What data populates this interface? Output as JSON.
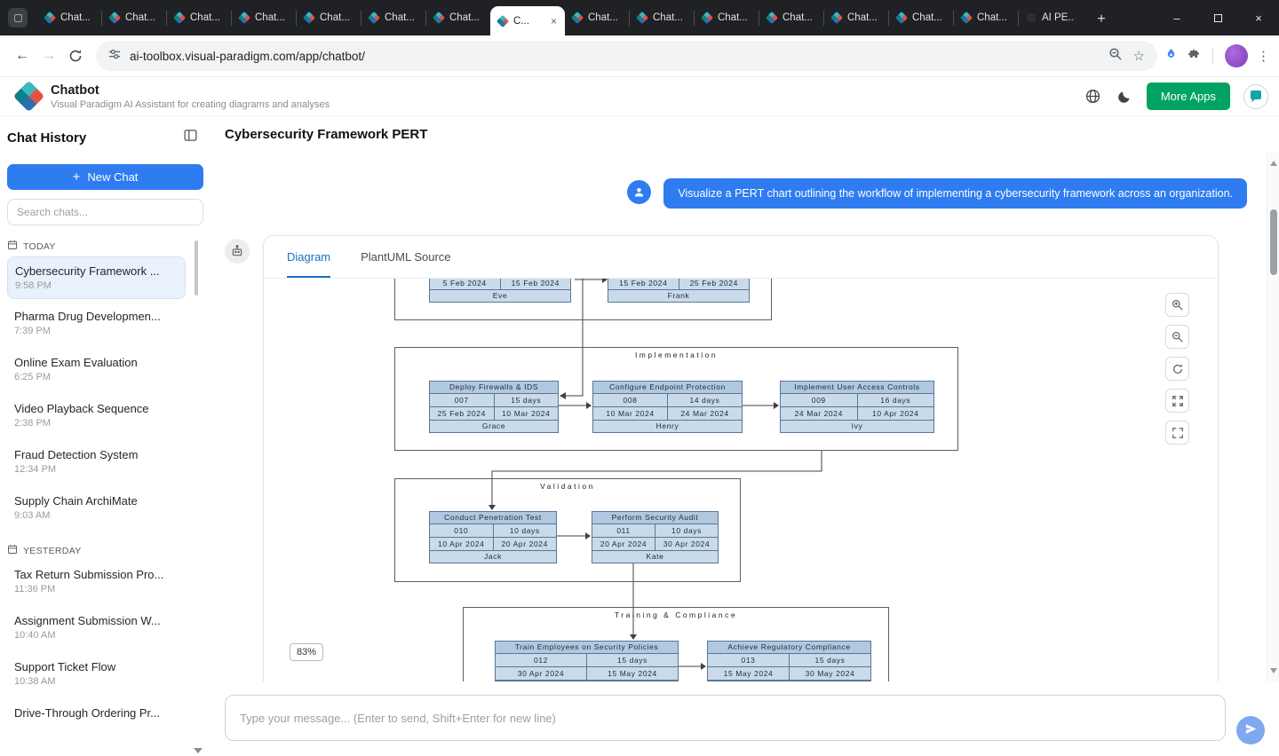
{
  "browser": {
    "tabs": [
      {
        "label": "Chat...",
        "active": false
      },
      {
        "label": "Chat...",
        "active": false
      },
      {
        "label": "Chat...",
        "active": false
      },
      {
        "label": "Chat...",
        "active": false
      },
      {
        "label": "Chat...",
        "active": false
      },
      {
        "label": "Chat...",
        "active": false
      },
      {
        "label": "Chat...",
        "active": false
      },
      {
        "label": "C...",
        "active": true
      },
      {
        "label": "Chat...",
        "active": false
      },
      {
        "label": "Chat...",
        "active": false
      },
      {
        "label": "Chat...",
        "active": false
      },
      {
        "label": "Chat...",
        "active": false
      },
      {
        "label": "Chat...",
        "active": false
      },
      {
        "label": "Chat...",
        "active": false
      },
      {
        "label": "Chat...",
        "active": false
      },
      {
        "label": "AI PE...",
        "active": false
      }
    ],
    "url": "ai-toolbox.visual-paradigm.com/app/chatbot/"
  },
  "glyphs": {
    "back": "←",
    "forward": "→",
    "minimize": "–",
    "close": "×",
    "tab_close": "×",
    "new_tab": "+",
    "menu": "⋮",
    "star": "☆",
    "plus": "+"
  },
  "app_header": {
    "title": "Chatbot",
    "subtitle": "Visual Paradigm AI Assistant for creating diagrams and analyses",
    "more_apps": "More Apps"
  },
  "sidebar": {
    "title": "Chat History",
    "new_chat": "New Chat",
    "search_placeholder": "Search chats...",
    "sections": [
      {
        "label": "TODAY",
        "items": [
          {
            "title": "Cybersecurity Framework ...",
            "time": "9:58 PM",
            "selected": true
          },
          {
            "title": "Pharma Drug Developmen...",
            "time": "7:39 PM",
            "selected": false
          },
          {
            "title": "Online Exam Evaluation",
            "time": "6:25 PM",
            "selected": false
          },
          {
            "title": "Video Playback Sequence",
            "time": "2:38 PM",
            "selected": false
          },
          {
            "title": "Fraud Detection System",
            "time": "12:34 PM",
            "selected": false
          },
          {
            "title": "Supply Chain ArchiMate",
            "time": "9:03 AM",
            "selected": false
          }
        ]
      },
      {
        "label": "YESTERDAY",
        "items": [
          {
            "title": "Tax Return Submission Pro...",
            "time": "11:36 PM",
            "selected": false
          },
          {
            "title": "Assignment Submission W...",
            "time": "10:40 AM",
            "selected": false
          },
          {
            "title": "Support Ticket Flow",
            "time": "10:38 AM",
            "selected": false
          },
          {
            "title": "Drive-Through Ordering Pr...",
            "selected": false
          }
        ]
      }
    ]
  },
  "main": {
    "title": "Cybersecurity Framework PERT",
    "user_message": "Visualize a PERT chart outlining the workflow of implementing a cybersecurity framework across an organization.",
    "tabs": [
      "Diagram",
      "PlantUML Source"
    ],
    "zoom": "83%",
    "input_placeholder": "Type your message... (Enter to send, Shift+Enter for new line)"
  },
  "pert": {
    "partial_tasks": [
      {
        "start": "5 Feb 2024",
        "end": "15 Feb 2024",
        "owner": "Eve"
      },
      {
        "start": "15 Feb 2024",
        "end": "25 Feb 2024",
        "owner": "Frank"
      }
    ],
    "groups": [
      {
        "title": "Implementation",
        "tasks": [
          {
            "name": "Deploy Firewalls & IDS",
            "id": "007",
            "duration": "15 days",
            "start": "25 Feb 2024",
            "end": "10 Mar 2024",
            "owner": "Grace"
          },
          {
            "name": "Configure Endpoint Protection",
            "id": "008",
            "duration": "14 days",
            "start": "10 Mar 2024",
            "end": "24 Mar 2024",
            "owner": "Henry"
          },
          {
            "name": "Implement User Access Controls",
            "id": "009",
            "duration": "16 days",
            "start": "24 Mar 2024",
            "end": "10 Apr 2024",
            "owner": "Ivy"
          }
        ]
      },
      {
        "title": "Validation",
        "tasks": [
          {
            "name": "Conduct Penetration Test",
            "id": "010",
            "duration": "10 days",
            "start": "10 Apr 2024",
            "end": "20 Apr 2024",
            "owner": "Jack"
          },
          {
            "name": "Perform Security Audit",
            "id": "011",
            "duration": "10 days",
            "start": "20 Apr 2024",
            "end": "30 Apr 2024",
            "owner": "Kate"
          }
        ]
      },
      {
        "title": "Training & Compliance",
        "tasks": [
          {
            "name": "Train Employees on Security Policies",
            "id": "012",
            "duration": "15 days",
            "start": "30 Apr 2024",
            "end": "15 May 2024"
          },
          {
            "name": "Achieve Regulatory Compliance",
            "id": "013",
            "duration": "15 days",
            "start": "15 May 2024",
            "end": "30 May 2024"
          }
        ]
      }
    ]
  },
  "colors": {
    "accent_blue": "#2e7cf0",
    "brand_green": "#00a35f",
    "active_tab_blue": "#1a6fc4",
    "pert_border": "#5a7694",
    "pert_header_fill": "#b0c9e0",
    "pert_cell_fill": "#c9dbeb"
  }
}
